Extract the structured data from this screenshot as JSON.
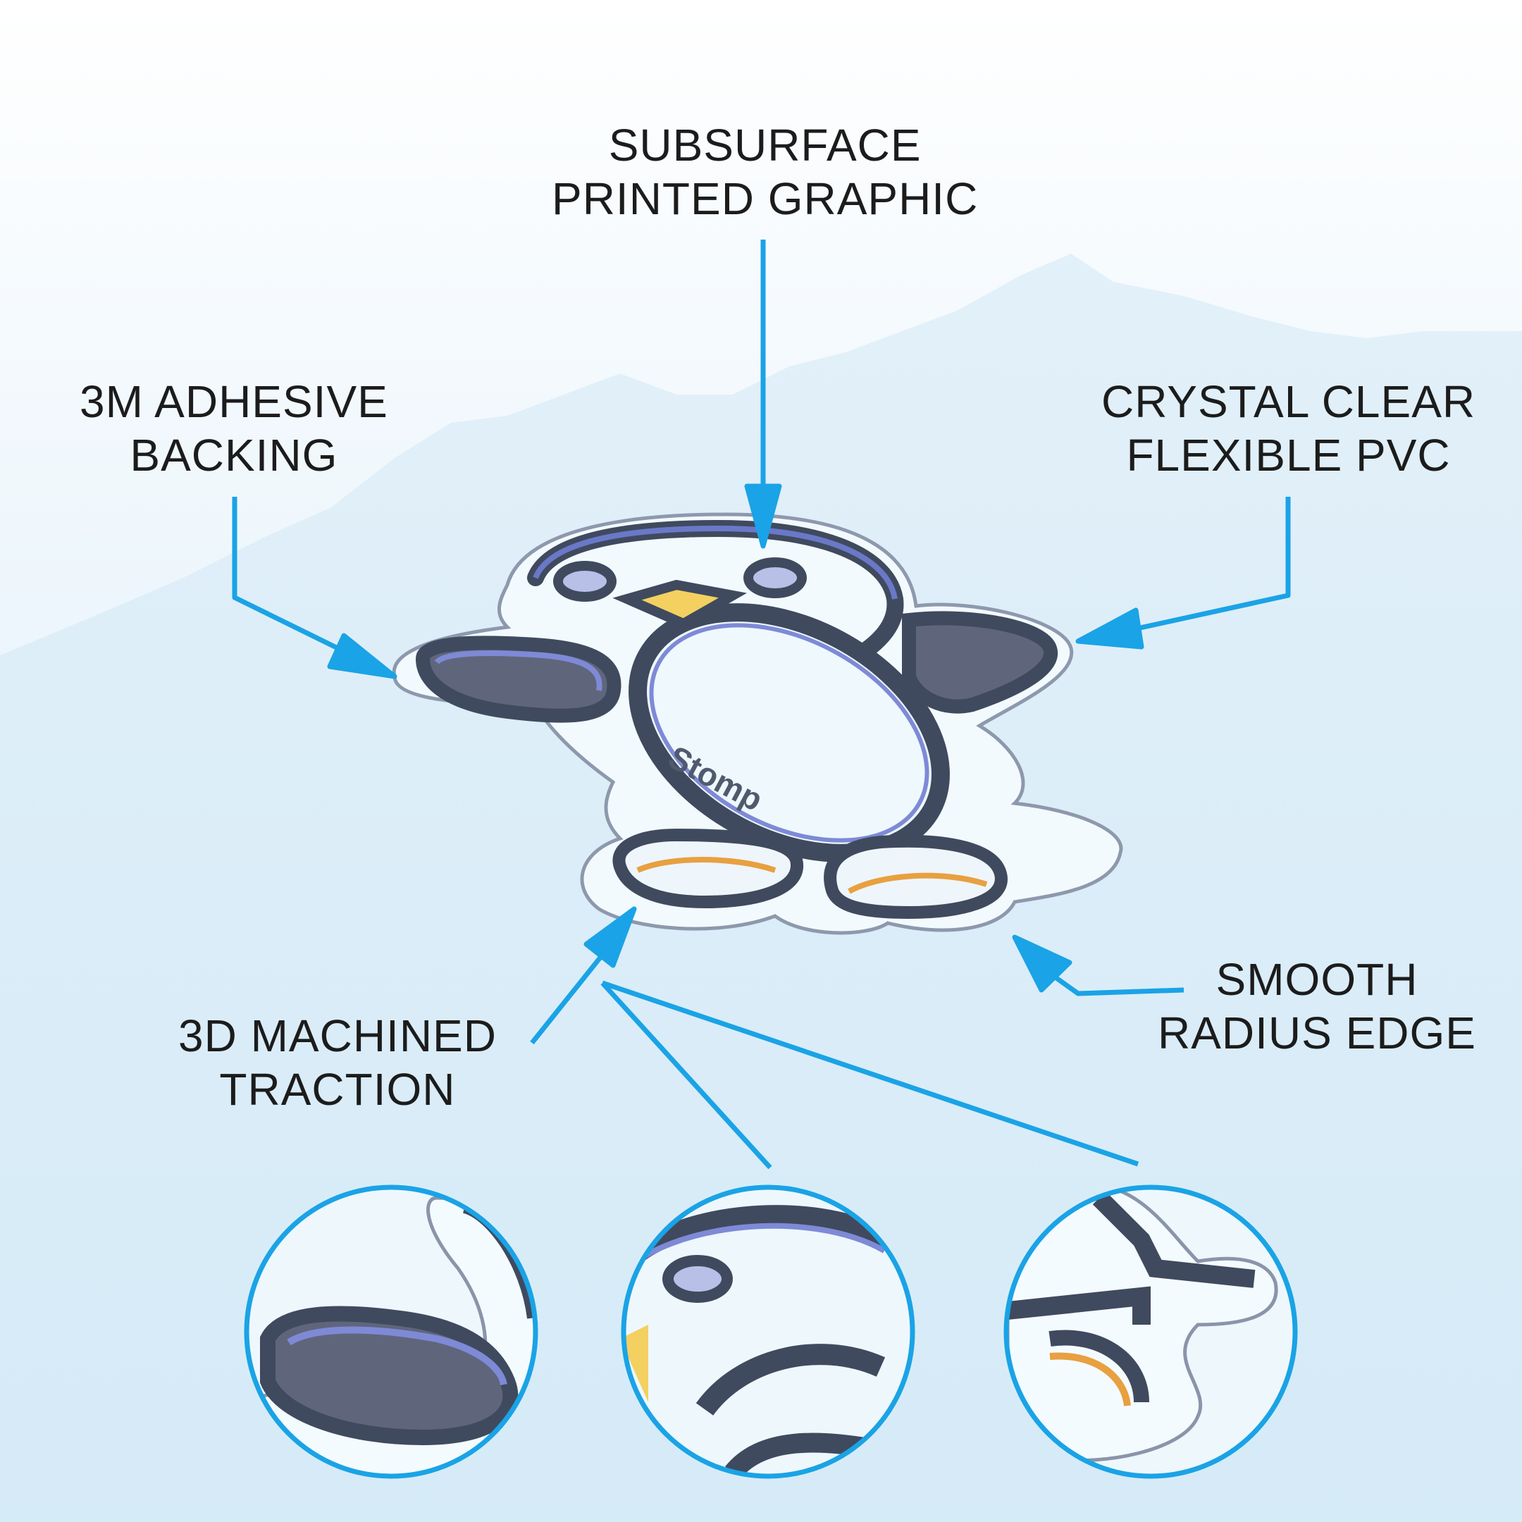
{
  "callouts": {
    "subsurface": {
      "line1": "SUBSURFACE",
      "line2": "PRINTED GRAPHIC"
    },
    "adhesive": {
      "line1": "3M ADHESIVE",
      "line2": "BACKING"
    },
    "crystal": {
      "line1": "CRYSTAL CLEAR",
      "line2": "FLEXIBLE PVC"
    },
    "smooth": {
      "line1": "SMOOTH",
      "line2": "RADIUS EDGE"
    },
    "machined": {
      "line1": "3D MACHINED",
      "line2": "TRACTION"
    }
  },
  "product_text": "Stomp",
  "colors": {
    "arrow": "#1aa3e6",
    "text": "#1c1c1c",
    "outline": "#404a5e",
    "inner_blue": "#6a78c8",
    "feet_orange": "#e8a040"
  },
  "detail_circles": [
    "wing-edge-detail",
    "eye-and-face-detail",
    "foot-detail"
  ]
}
